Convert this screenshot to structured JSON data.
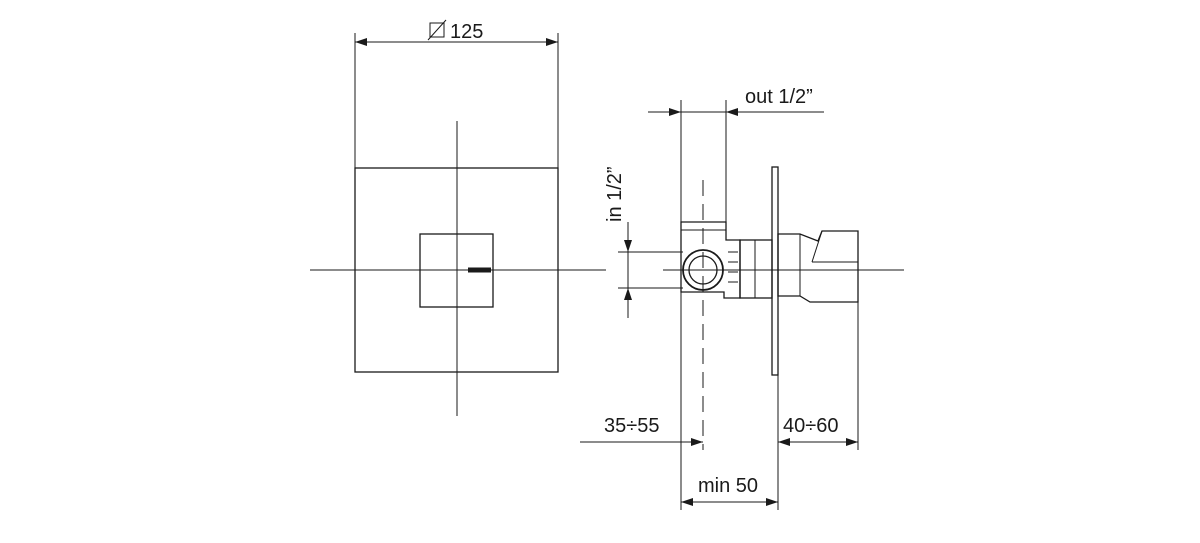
{
  "dimensions": {
    "width_square": "125",
    "outlet": "out 1/2”",
    "inlet": "in 1/2”",
    "depth_left": "35÷55",
    "depth_right": "40÷60",
    "min_depth": "min 50"
  }
}
